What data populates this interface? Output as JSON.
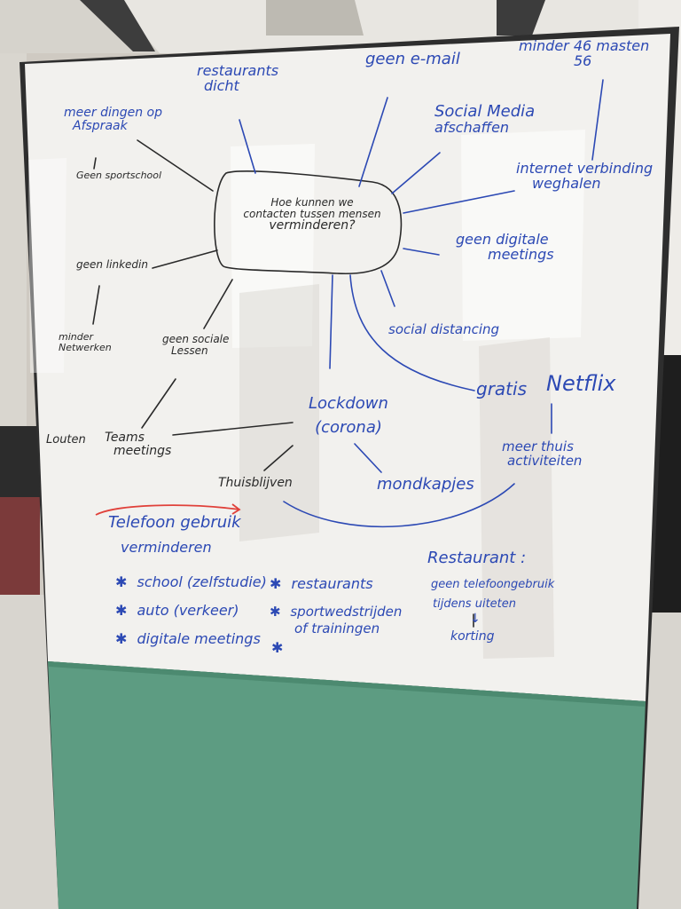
{
  "whiteboard": {
    "central": {
      "line1": "Hoe kunnen we",
      "line2": "contacten tussen mensen",
      "line3": "verminderen?"
    },
    "notes": {
      "restaurants_dicht": {
        "line1": "restaurants",
        "line2": "dicht"
      },
      "geen_email": "geen e-mail",
      "minder_masten": {
        "line1": "minder 46 masten",
        "line2": "56"
      },
      "meer_dingen": {
        "line1": "meer dingen op",
        "line2": "Afspraak"
      },
      "geen_sportschool": "Geen sportschool",
      "social_media": {
        "line1": "Social Media",
        "line2": "afschaffen"
      },
      "internet": {
        "line1": "internet verbinding",
        "line2": "weghalen"
      },
      "geen_linkedin": "geen linkedin",
      "digitale_meetings": {
        "line1": "geen digitale",
        "line2": "meetings"
      },
      "minder_netwerken": {
        "line1": "minder",
        "line2": "Netwerken"
      },
      "sociale_lessen": {
        "line1": "geen sociale",
        "line2": "Lessen"
      },
      "social_distancing": "social distancing",
      "gratis": "gratis",
      "netflix": "Netflix",
      "lockdown": {
        "line1": "Lockdown",
        "line2": "(corona)"
      },
      "louten": "Louten",
      "teams": {
        "line1": "Teams",
        "line2": "meetings"
      },
      "meer_thuis": {
        "line1": "meer thuis",
        "line2": "activiteiten"
      },
      "thuisblijven": "Thuisblijven",
      "mondkapjes": "mondkapjes"
    },
    "telefoon": {
      "line1": "Telefoon gebruik",
      "line2": "verminderen"
    },
    "list_left": [
      "school (zelfstudie)",
      "auto (verkeer)",
      "digitale meetings"
    ],
    "list_right": [
      "restaurants",
      "sportwedstrijden",
      "of trainingen"
    ],
    "restaurant": {
      "title": "Restaurant :",
      "line1": "geen telefoongebruik",
      "line2": "tijdens uiteten",
      "arrow": "↓",
      "line3": "korting"
    },
    "bullet": "✱"
  },
  "colors": {
    "marker_blue": "#2c49b4",
    "marker_black": "#2a2a2a",
    "marker_red": "#e0413a",
    "panel_green": "#5d9c82"
  }
}
